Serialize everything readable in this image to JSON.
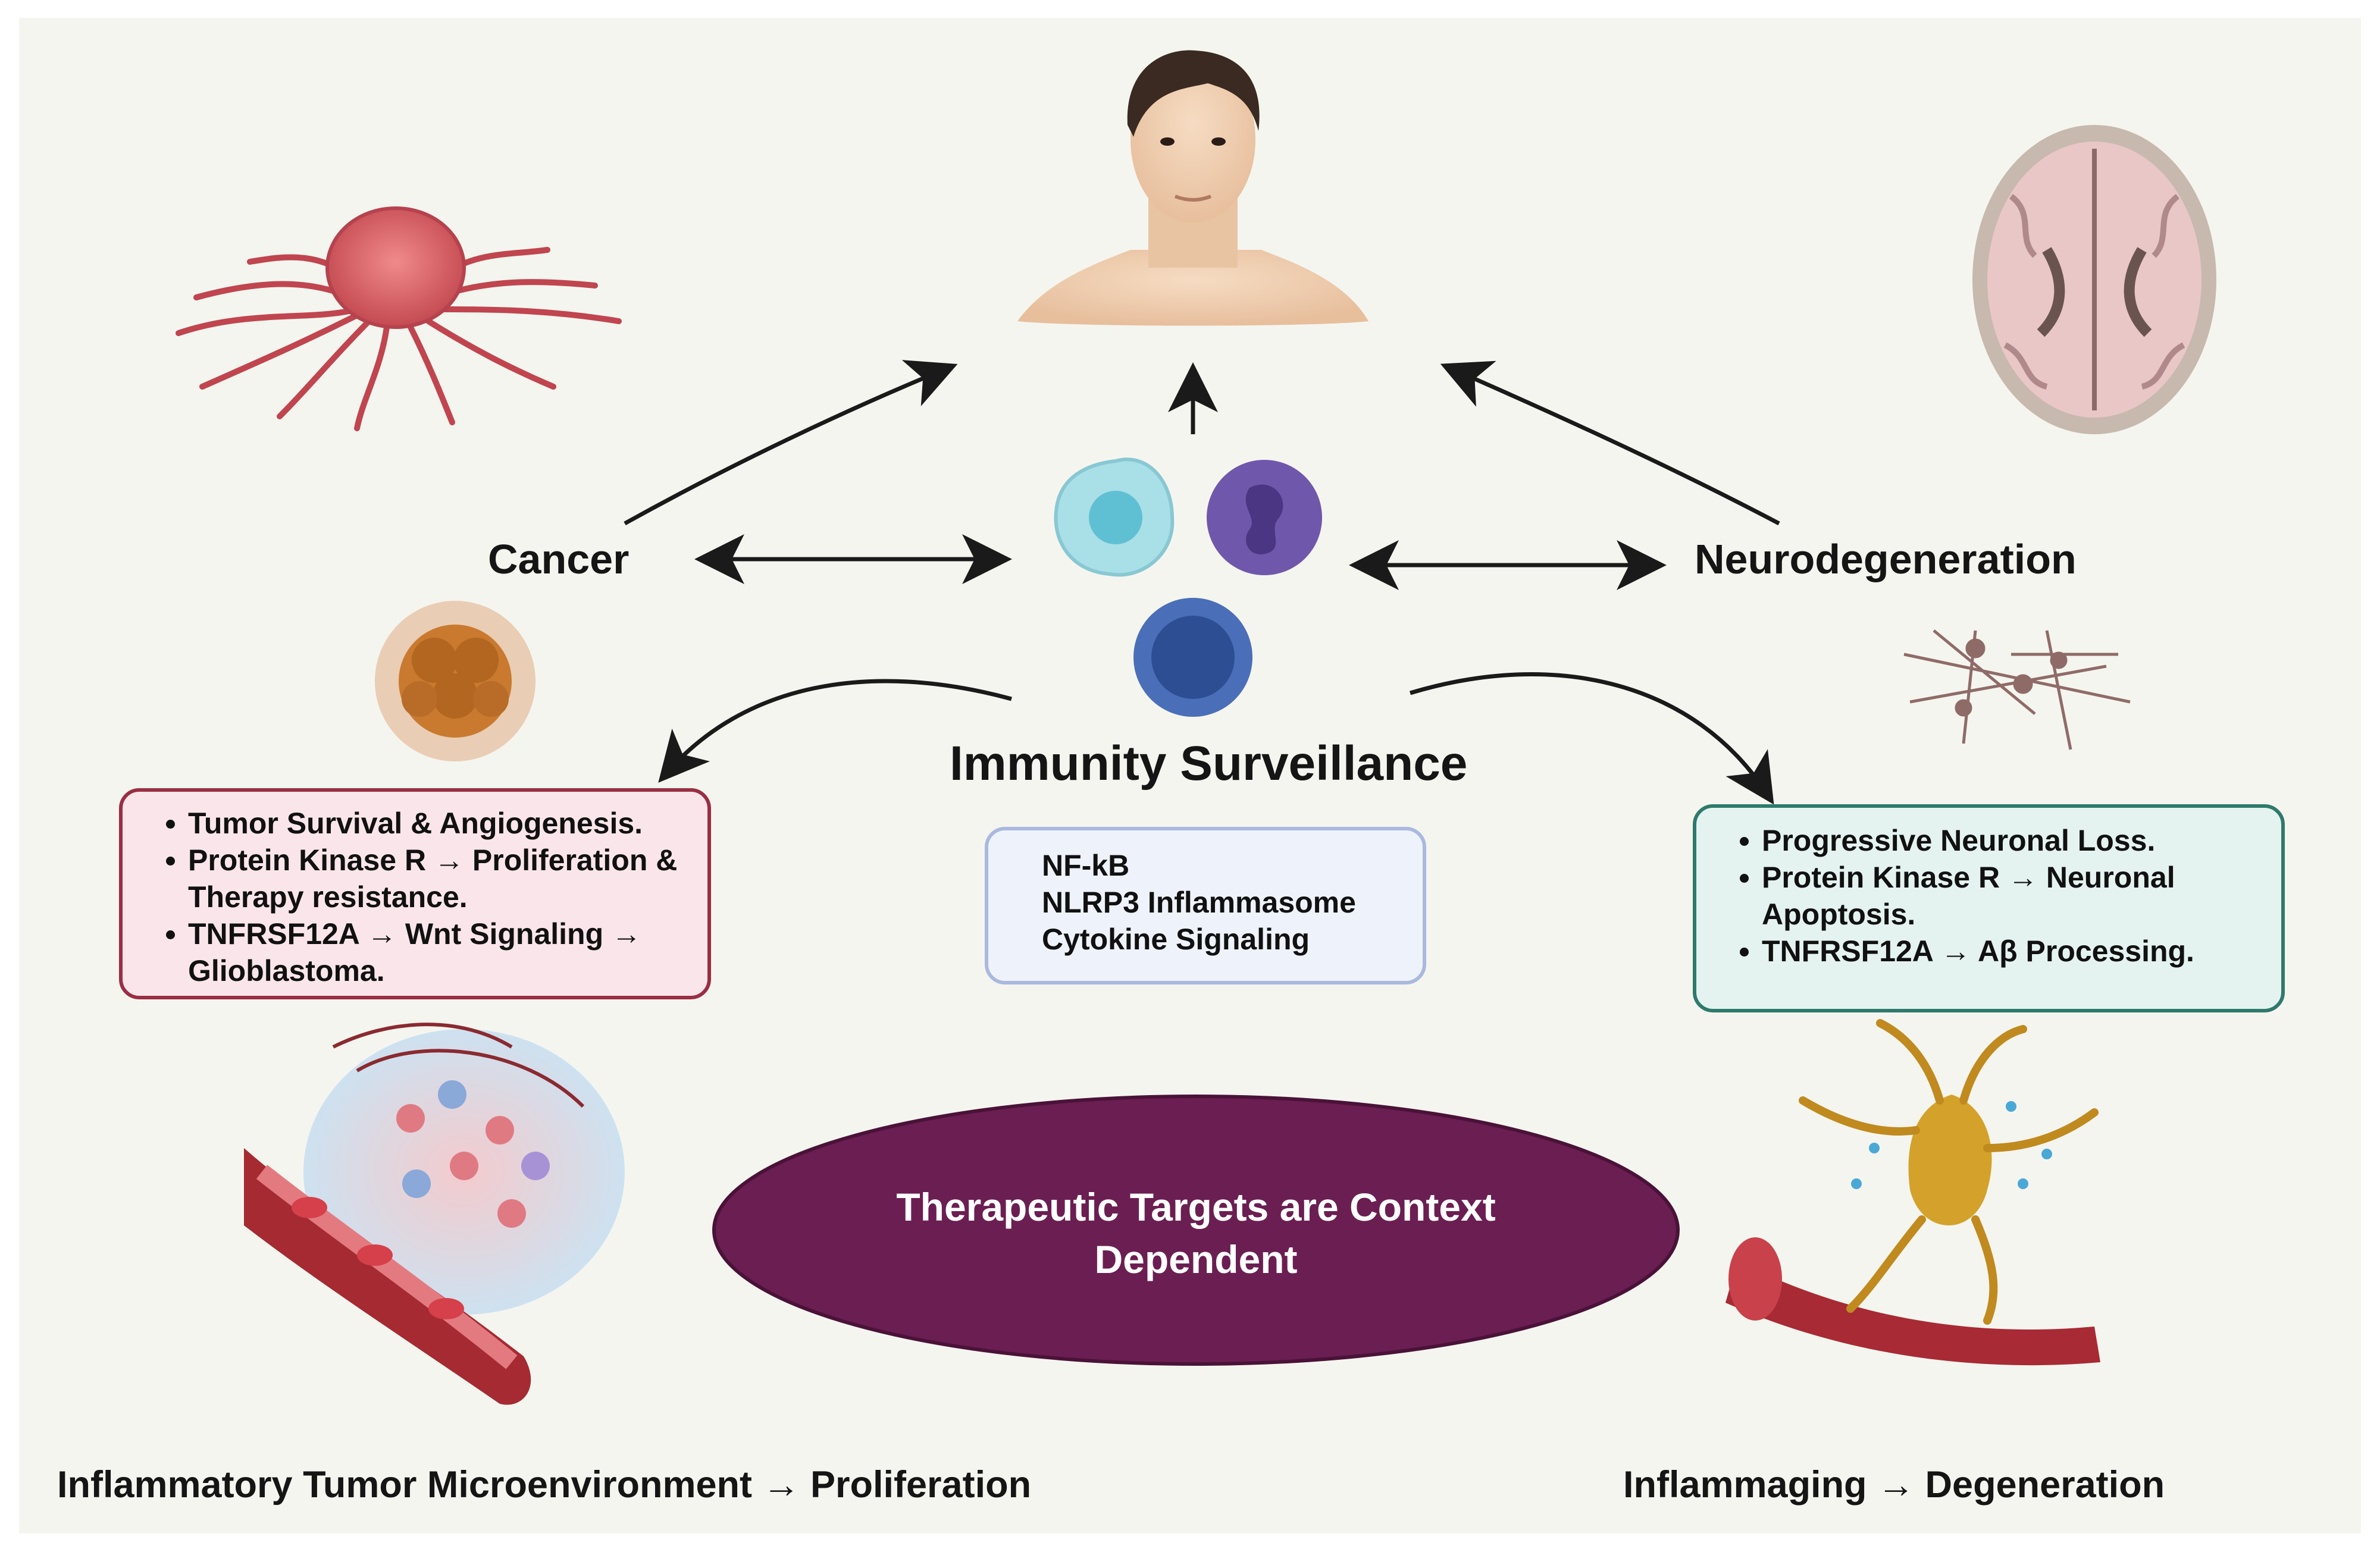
{
  "labels": {
    "cancer": "Cancer",
    "neurodegeneration": "Neurodegeneration",
    "immunity": "Immunity Surveillance",
    "bottom_left": "Inflammatory Tumor Microenvironment → Proliferation",
    "bottom_right": "Inflammaging → Degeneration"
  },
  "cancer_box": {
    "items": [
      "Tumor Survival & Angiogenesis.",
      "Protein Kinase R → Proliferation & Therapy resistance.",
      "TNFRSF12A → Wnt Signaling → Glioblastoma."
    ]
  },
  "center_box": {
    "items": [
      "NF-kB",
      "NLRP3 Inflammasome",
      "Cytokine Signaling"
    ]
  },
  "neuro_box": {
    "items": [
      "Progressive Neuronal Loss.",
      "Protein Kinase R → Neuronal Apoptosis.",
      "TNFRSF12A → Aβ Processing."
    ]
  },
  "ellipse": {
    "line1": "Therapeutic Targets are Context",
    "line2": "Dependent"
  },
  "colors": {
    "background": "#f5f5ef",
    "cancer_box_fill": "#fae6ea",
    "cancer_box_border": "#9a2e44",
    "center_box_fill": "#eef3fb",
    "center_box_border": "#a9b9df",
    "neuro_box_fill": "#e4f3f0",
    "neuro_box_border": "#2e7a6c",
    "ellipse_fill": "#6b1e52",
    "up_arrow": "#a3252f"
  },
  "icons": [
    "human-bust-icon",
    "tumor-icon",
    "brain-slice-icon",
    "immune-cell-icons",
    "cancer-cell-cluster-icon",
    "neuron-network-icon",
    "tumor-microenvironment-icon",
    "neuron-vessel-icon"
  ]
}
